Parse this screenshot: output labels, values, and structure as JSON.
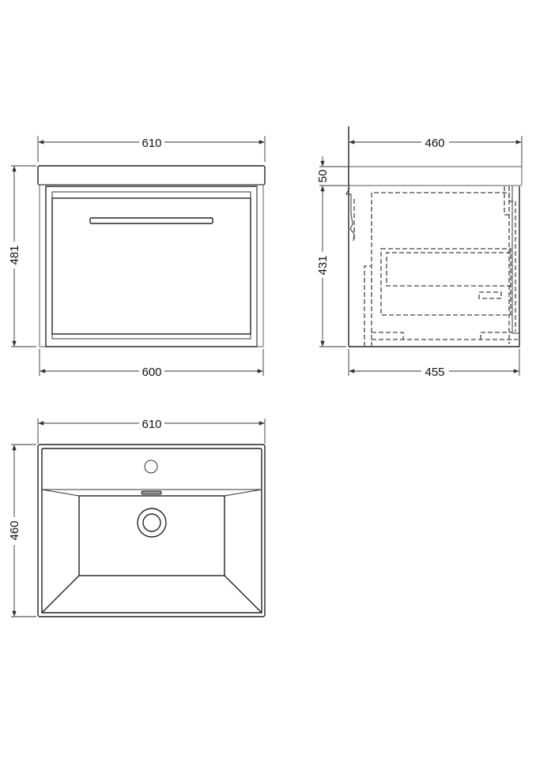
{
  "drawing": {
    "units": "mm",
    "front_view": {
      "top_width_label": "610",
      "height_label": "481",
      "bottom_width_label": "600"
    },
    "side_view": {
      "top_depth_label": "460",
      "basin_thickness_label": "50",
      "cabinet_height_label": "431",
      "bottom_depth_label": "455"
    },
    "plan_view": {
      "width_label": "610",
      "depth_label": "460"
    }
  }
}
